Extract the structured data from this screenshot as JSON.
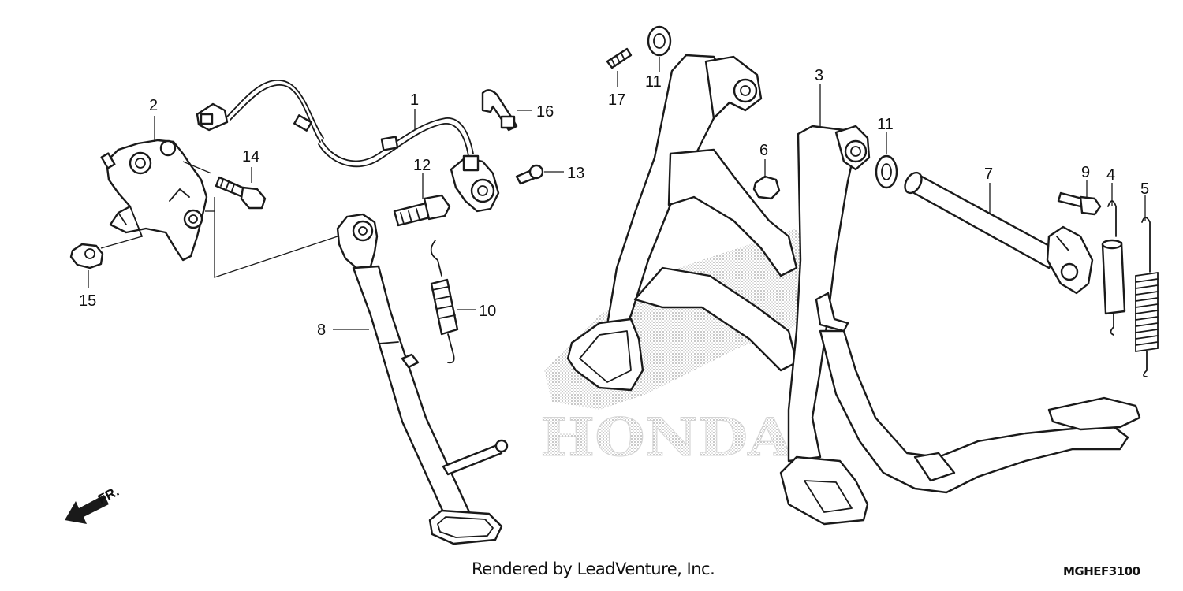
{
  "watermark": {
    "text": "HONDA",
    "color": "#cfcfcf"
  },
  "callouts": [
    {
      "id": "1",
      "label": "1"
    },
    {
      "id": "2",
      "label": "2"
    },
    {
      "id": "3",
      "label": "3"
    },
    {
      "id": "4",
      "label": "4"
    },
    {
      "id": "5",
      "label": "5"
    },
    {
      "id": "6",
      "label": "6"
    },
    {
      "id": "7",
      "label": "7"
    },
    {
      "id": "8",
      "label": "8"
    },
    {
      "id": "9",
      "label": "9"
    },
    {
      "id": "10",
      "label": "10"
    },
    {
      "id": "11a",
      "label": "11"
    },
    {
      "id": "11b",
      "label": "11"
    },
    {
      "id": "12",
      "label": "12"
    },
    {
      "id": "13",
      "label": "13"
    },
    {
      "id": "14",
      "label": "14"
    },
    {
      "id": "15",
      "label": "15"
    },
    {
      "id": "16",
      "label": "16"
    },
    {
      "id": "17",
      "label": "17"
    }
  ],
  "front_arrow": {
    "label": "FR.",
    "icon": "front-direction-arrow-icon"
  },
  "footer": {
    "credit": "Rendered by LeadVenture, Inc.",
    "diagram_code": "MGHEF3100"
  }
}
